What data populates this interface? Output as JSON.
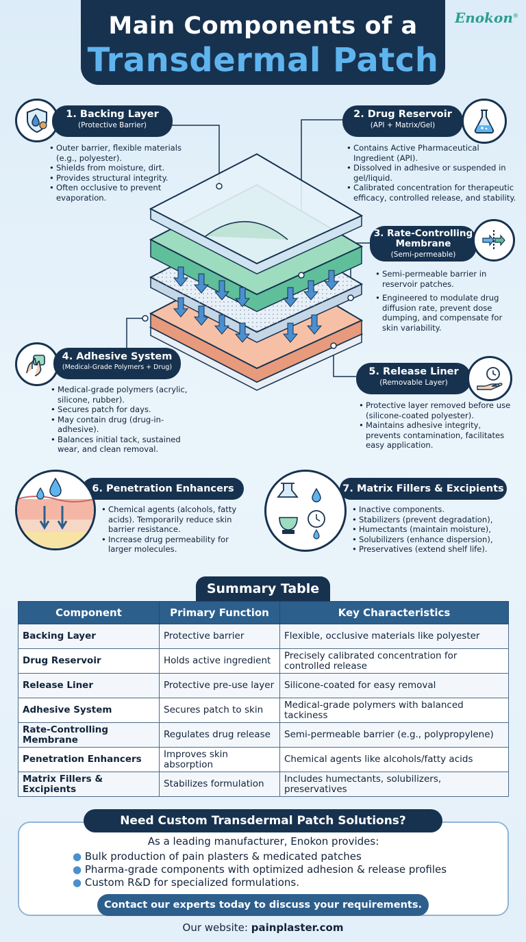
{
  "brand": "Enokon",
  "title": {
    "line1": "Main Components of a",
    "line2": "Transdermal Patch"
  },
  "components": [
    {
      "heading": "1. Backing Layer",
      "sub": "(Protective Barrier)",
      "bullets": [
        "Outer barrier, flexible materials (e.g., polyester).",
        "Shields from moisture, dirt.",
        "Provides structural integrity.",
        "Often occlusive to prevent evaporation."
      ],
      "icon": "shield-icon"
    },
    {
      "heading": "2. Drug Reservoir",
      "sub": "(API + Matrix/Gel)",
      "bullets": [
        "Contains Active Pharmaceutical Ingredient (API).",
        "Dissolved in adhesive or suspended in gel/liquid.",
        "Calibrated concentration for therapeutic efficacy, controlled release, and stability."
      ],
      "icon": "flask-icon"
    },
    {
      "heading": "3. Rate-Controlling Membrane",
      "sub": "(Semi-permeable)",
      "bullets": [
        "Semi-permeable barrier in reservoir patches.",
        "Engineered to modulate drug diffusion rate, prevent dose dumping, and compensate for skin variability."
      ],
      "icon": "membrane-arrow-icon"
    },
    {
      "heading": "4. Adhesive System",
      "sub": "(Medical-Grade Polymers + Drug)",
      "bullets": [
        "Medical-grade polymers (acrylic, silicone, rubber).",
        "Secures patch for days.",
        "May contain drug (drug-in-adhesive).",
        "Balances initial tack, sustained wear, and clean removal."
      ],
      "icon": "hand-patch-icon"
    },
    {
      "heading": "5. Release Liner",
      "sub": "(Removable Layer)",
      "bullets": [
        "Protective layer removed before use (silicone-coated polyester).",
        "Maintains adhesive integrity, prevents contamination, facilitates easy application."
      ],
      "icon": "hand-clock-icon"
    },
    {
      "heading": "6. Penetration Enhancers",
      "bullets": [
        "Chemical agents (alcohols, fatty acids). Temporarily reduce skin barrier resistance.",
        "Increase drug permeability for larger molecules."
      ],
      "icon": "skin-drop-icon"
    },
    {
      "heading": "7. Matrix Fillers & Excipients",
      "bullets": [
        "Inactive components.",
        "Stabilizers (prevent degradation),",
        "Humectants (maintain moisture),",
        "Solubilizers (enhance dispersion),",
        "Preservatives (extend shelf life)."
      ],
      "icon": "lab-tools-icon"
    }
  ],
  "summary": {
    "title": "Summary Table",
    "columns": [
      "Component",
      "Primary Function",
      "Key Characteristics"
    ],
    "rows": [
      [
        "Backing Layer",
        "Protective barrier",
        "Flexible, occlusive materials like polyester"
      ],
      [
        "Drug Reservoir",
        "Holds active ingredient",
        "Precisely calibrated concentration for controlled release"
      ],
      [
        "Release Liner",
        "Protective pre-use layer",
        "Silicone-coated for easy removal"
      ],
      [
        "Adhesive System",
        "Secures patch to skin",
        "Medical-grade polymers with balanced tackiness"
      ],
      [
        "Rate-Controlling Membrane",
        "Regulates drug release",
        "Semi-permeable barrier (e.g., polypropylene)"
      ],
      [
        "Penetration Enhancers",
        "Improves skin absorption",
        "Chemical agents like alcohols/fatty acids"
      ],
      [
        "Matrix Fillers & Excipients",
        "Stabilizes formulation",
        "Includes humectants, solubilizers, preservatives"
      ]
    ]
  },
  "cta": {
    "title": "Need Custom Transdermal Patch Solutions?",
    "intro": "As a leading manufacturer, Enokon provides:",
    "bullets": [
      "Bulk production of pain plasters & medicated patches",
      "Pharma-grade components with optimized adhesion & release profiles",
      "Custom R&D for specialized formulations."
    ],
    "button": "Contact our experts today to discuss your requirements.",
    "website_label": "Our website:",
    "website": "painplaster.com"
  },
  "colors": {
    "navy": "#17324f",
    "accent_blue": "#5fb4ee",
    "table_header": "#2d5f8d",
    "green_layer": "#8fd6b4",
    "peach_layer": "#f4b79a",
    "arrow": "#4a8fd0"
  }
}
